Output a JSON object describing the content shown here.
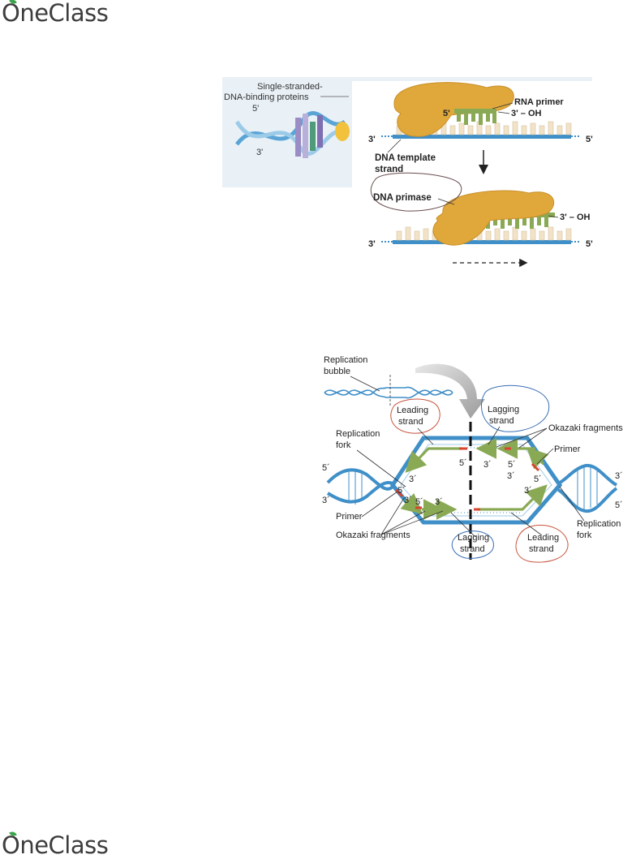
{
  "brand": {
    "name": "OneClass"
  },
  "figure1": {
    "background_labels": {
      "ssb": [
        "Single-stranded-",
        "DNA-binding proteins"
      ],
      "five": "5'",
      "three": "3'"
    },
    "top": {
      "rna_primer": "RNA primer",
      "five_prime": "5'",
      "three_oh": "3' – OH",
      "left_end": "3'",
      "right_end": "5'",
      "template": [
        "DNA template",
        "strand"
      ]
    },
    "bottom": {
      "primase": "DNA primase",
      "three_oh": "3' – OH",
      "left_end": "3'",
      "right_end": "5'"
    }
  },
  "figure2": {
    "replication_bubble": [
      "Replication",
      "bubble"
    ],
    "leading_strand_top": [
      "Leading",
      "strand"
    ],
    "lagging_strand_top": [
      "Lagging",
      "strand"
    ],
    "okazaki_top": "Okazaki fragments",
    "replication_fork_left": [
      "Replication",
      "fork"
    ],
    "primer_top": "Primer",
    "primer_bottom": "Primer",
    "okazaki_bottom": "Okazaki fragments",
    "lagging_strand_bottom": [
      "Lagging",
      "strand"
    ],
    "leading_strand_bottom": [
      "Leading",
      "strand"
    ],
    "replication_fork_right": [
      "Replication",
      "fork"
    ],
    "prime_5": "5´",
    "prime_3": "3´"
  },
  "colors": {
    "dna_blue": "#3f8fc8",
    "enzyme_gold": "#e0a83a",
    "primer_green": "#8aa955",
    "red_primer": "#d9432f",
    "circle_red": "#c8553e",
    "circle_blue": "#3a6fb5"
  }
}
